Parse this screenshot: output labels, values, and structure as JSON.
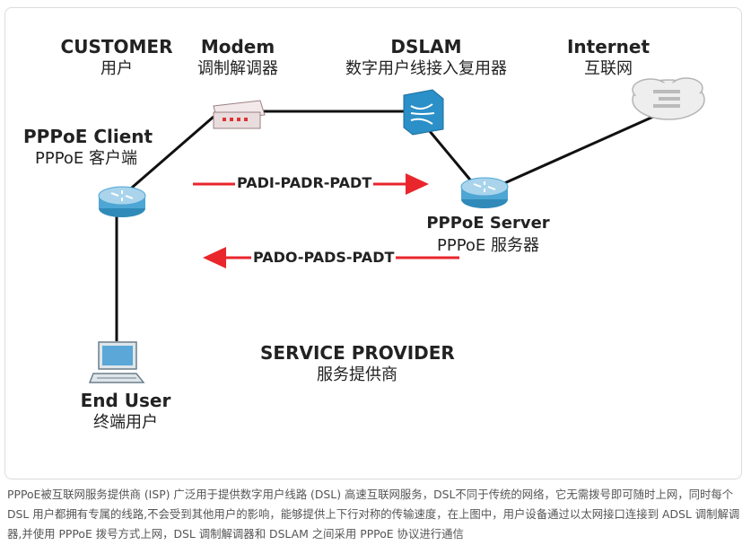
{
  "nodes": {
    "customer": {
      "en": "CUSTOMER",
      "cn": "用户"
    },
    "modem": {
      "en": "Modem",
      "cn": "调制解调器"
    },
    "dslam": {
      "en": "DSLAM",
      "cn": "数字用户线接入复用器"
    },
    "internet": {
      "en": "Internet",
      "cn": "互联网"
    },
    "pppoe_client": {
      "en": "PPPoE Client",
      "cn": "PPPoE 客户端"
    },
    "pppoe_server": {
      "en": "PPPoE Server",
      "cn": "PPPoE 服务器"
    },
    "end_user": {
      "en": "End User",
      "cn": "终端用户"
    },
    "service_provider": {
      "en": "SERVICE PROVIDER",
      "cn": "服务提供商"
    }
  },
  "flows": {
    "discovery_request": "PADI-PADR-PADT",
    "discovery_reply": "PADO-PADS-PADT"
  },
  "colors": {
    "arrow": "#e8262c",
    "device_blue": "#2b8fc8"
  },
  "caption": "PPPoE被互联网服务提供商 (ISP) 广泛用于提供数字用户线路 (DSL) 高速互联网服务，DSL不同于传统的网络，它无需拨号即可随时上网，同时每个 DSL 用户都拥有专属的线路,不会受到其他用户的影响，能够提供上下行对称的传输速度，在上图中，用户设备通过以太网接口连接到 ADSL 调制解调器,并使用 PPPoE 拨号方式上网，DSL 调制解调器和 DSLAM 之间采用 PPPoE 协议进行通信"
}
